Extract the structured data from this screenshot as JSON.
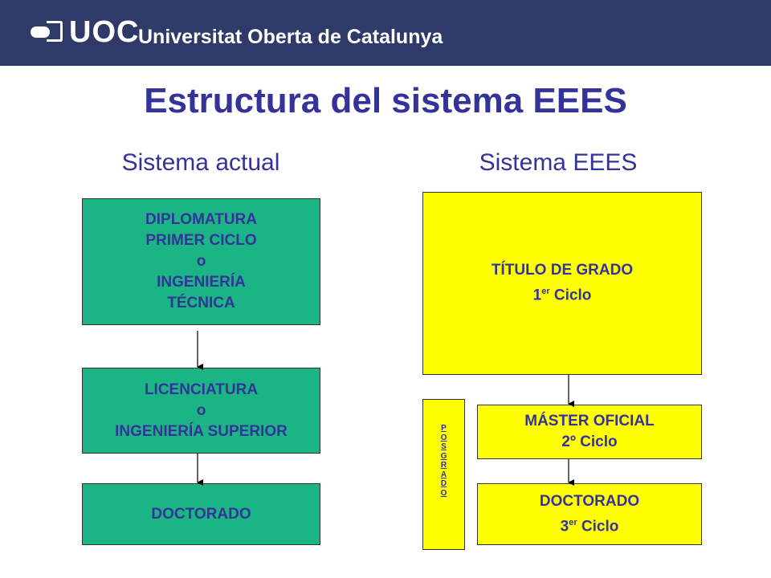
{
  "header": {
    "logo_text": "UOC",
    "university_name": "Universitat Oberta de Catalunya",
    "brand_color": "#2e3a67"
  },
  "title": "Estructura del sistema EEES",
  "left_column": {
    "heading": "Sistema actual",
    "boxes": [
      {
        "lines": [
          "DIPLOMATURA",
          "PRIMER CICLO",
          "o",
          "INGENIERÍA",
          "TÉCNICA"
        ]
      },
      {
        "lines": [
          "LICENCIATURA",
          "o",
          "INGENIERÍA SUPERIOR"
        ]
      },
      {
        "lines": [
          "DOCTORADO"
        ]
      }
    ],
    "box_color": "#1bb585"
  },
  "right_column": {
    "heading": "Sistema EEES",
    "titulo_grado": {
      "label": "TÍTULO DE GRADO",
      "cycle_num": "1",
      "cycle_sup": "er",
      "cycle_word": "Ciclo"
    },
    "master": {
      "label": "MÁSTER OFICIAL",
      "cycle": "2º Ciclo"
    },
    "doctorado": {
      "label": "DOCTORADO",
      "cycle_num": "3",
      "cycle_sup": "er",
      "cycle_word": "Ciclo"
    },
    "posgrado_letters": "P\nO\nS\nG\nR\nA\nD\nO",
    "box_color": "#ffff00"
  }
}
